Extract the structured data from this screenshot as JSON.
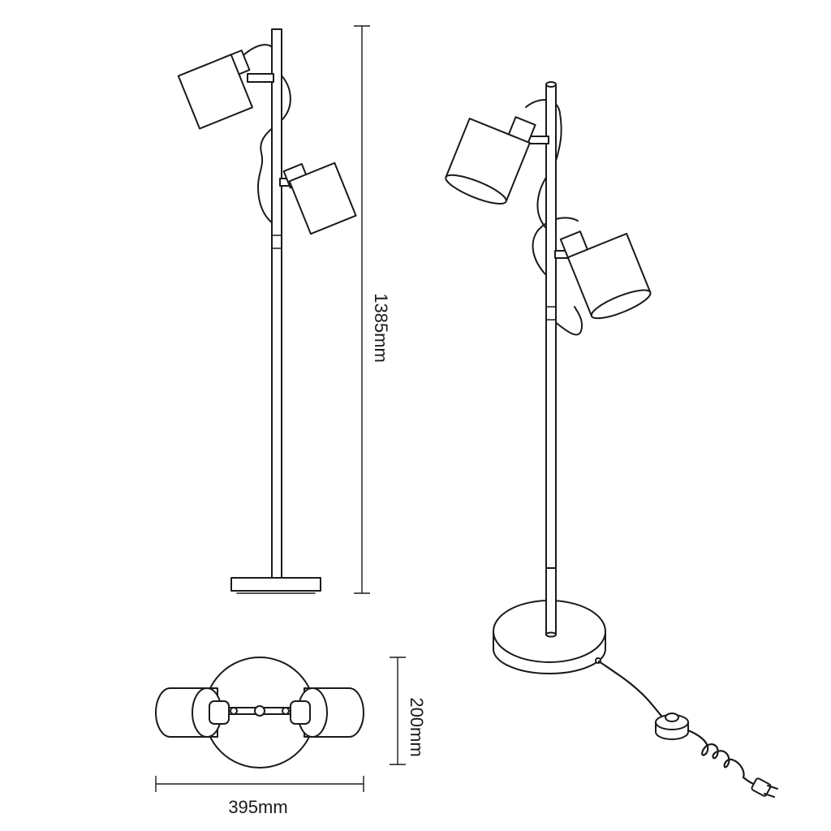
{
  "diagram": {
    "dimensions": {
      "height_label": "1385mm",
      "depth_label": "200mm",
      "width_label": "395mm"
    },
    "colors": {
      "line": "#1a1a1a",
      "background": "#ffffff"
    }
  }
}
